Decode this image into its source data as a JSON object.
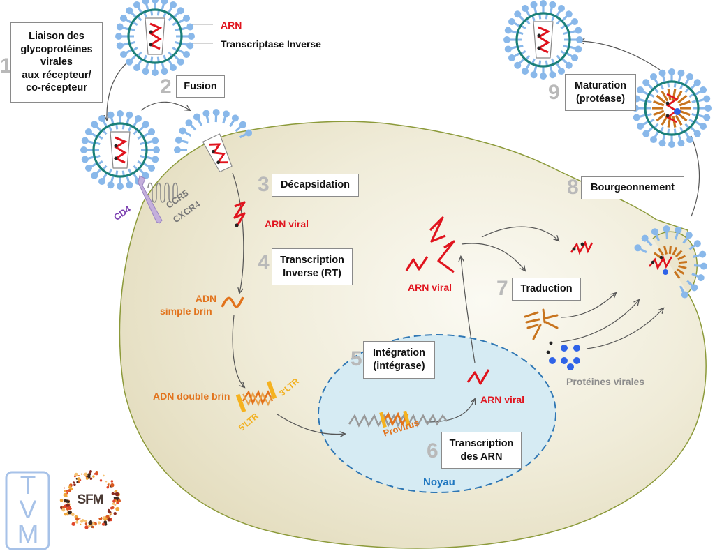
{
  "title": "Cycle de réplication du VIH",
  "legend": {
    "arn_label": "ARN",
    "rt_label": "Transcriptase Inverse"
  },
  "steps": [
    {
      "number": "1",
      "label": "Liaison des\nglycoprotéines\nvirales\naux récepteur/\nco-récepteur"
    },
    {
      "number": "2",
      "label": "Fusion"
    },
    {
      "number": "3",
      "label": "Décapsidation"
    },
    {
      "number": "4",
      "label": "Transcription\nInverse (RT)"
    },
    {
      "number": "5",
      "label": "Intégration\n(intégrase)"
    },
    {
      "number": "6",
      "label": "Transcription\ndes ARN"
    },
    {
      "number": "7",
      "label": "Traduction"
    },
    {
      "number": "8",
      "label": "Bourgeonnement"
    },
    {
      "number": "9",
      "label": "Maturation\n(protéase)"
    }
  ],
  "labels": {
    "cd4": "CD4",
    "ccr5": "CCR5",
    "cxcr4": "CXCR4",
    "arn_viral_1": "ARN viral",
    "adn_simple_1": "ADN",
    "adn_simple_2": "simple brin",
    "adn_double": "ADN double brin",
    "ltr3": "3'LTR",
    "ltr5": "5'LTR",
    "provirus": "Provirus",
    "arn_viral_nucleus": "ARN viral",
    "arn_viral_cyto": "ARN viral",
    "proteines": "Protéines virales",
    "noyau": "Noyau"
  },
  "logos": {
    "tvm": [
      "T",
      "V",
      "M"
    ],
    "sfm": "SFM"
  },
  "colors": {
    "cell_fill": "#ebe6cf",
    "cell_stroke": "#8c9a3a",
    "nucleus_fill": "#d6ebf3",
    "nucleus_stroke": "#2f77b4",
    "envelope": "#1b8079",
    "spike": "#89b8ea",
    "rna": "#e0141e",
    "dna_orange": "#e2731c",
    "ltr_yellow": "#f5b21f",
    "capsid_protein": "#c8741e",
    "protein_blue": "#2f63e8"
  }
}
